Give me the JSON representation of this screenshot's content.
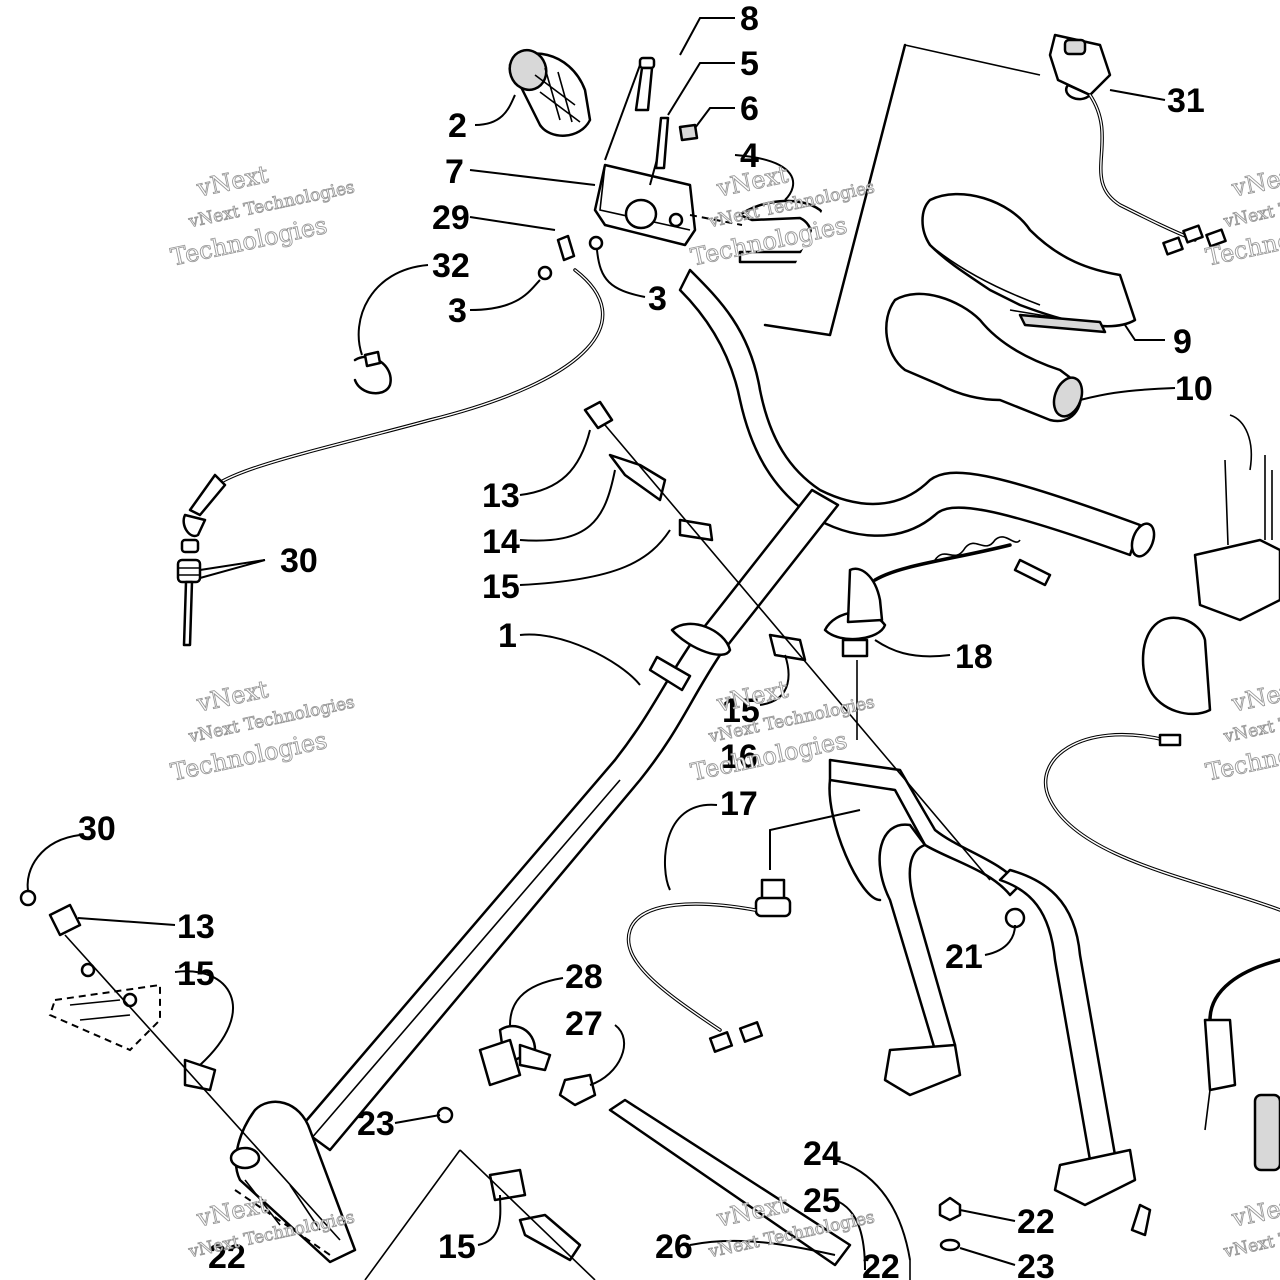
{
  "callouts": [
    {
      "label": "8"
    },
    {
      "label": "5"
    },
    {
      "label": "6"
    },
    {
      "label": "4"
    },
    {
      "label": "2"
    },
    {
      "label": "7"
    },
    {
      "label": "29"
    },
    {
      "label": "32"
    },
    {
      "label": "3"
    },
    {
      "label": "3"
    },
    {
      "label": "31"
    },
    {
      "label": "9"
    },
    {
      "label": "10"
    },
    {
      "label": "13"
    },
    {
      "label": "14"
    },
    {
      "label": "15"
    },
    {
      "label": "30"
    },
    {
      "label": "1"
    },
    {
      "label": "18"
    },
    {
      "label": "15"
    },
    {
      "label": "16"
    },
    {
      "label": "17"
    },
    {
      "label": "30"
    },
    {
      "label": "13"
    },
    {
      "label": "15"
    },
    {
      "label": "21"
    },
    {
      "label": "28"
    },
    {
      "label": "27"
    },
    {
      "label": "23"
    },
    {
      "label": "24"
    },
    {
      "label": "25"
    },
    {
      "label": "22"
    },
    {
      "label": "26"
    },
    {
      "label": "15"
    },
    {
      "label": "22"
    },
    {
      "label": "23"
    },
    {
      "label": "22"
    }
  ],
  "watermark": {
    "line1": "vNext",
    "line2": "vNext Technologies",
    "line3": "Technologies"
  }
}
